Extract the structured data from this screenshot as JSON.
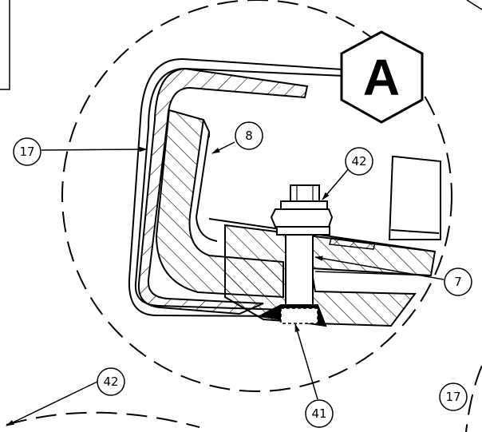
{
  "detail": {
    "marker": "A"
  },
  "callouts": {
    "c17_left": "17",
    "c8": "8",
    "c42_top": "42",
    "c7": "7",
    "c41": "41",
    "c42_bottom": "42",
    "c17_right": "17"
  },
  "colors": {
    "ink": "#000000",
    "paper": "#ffffff"
  }
}
